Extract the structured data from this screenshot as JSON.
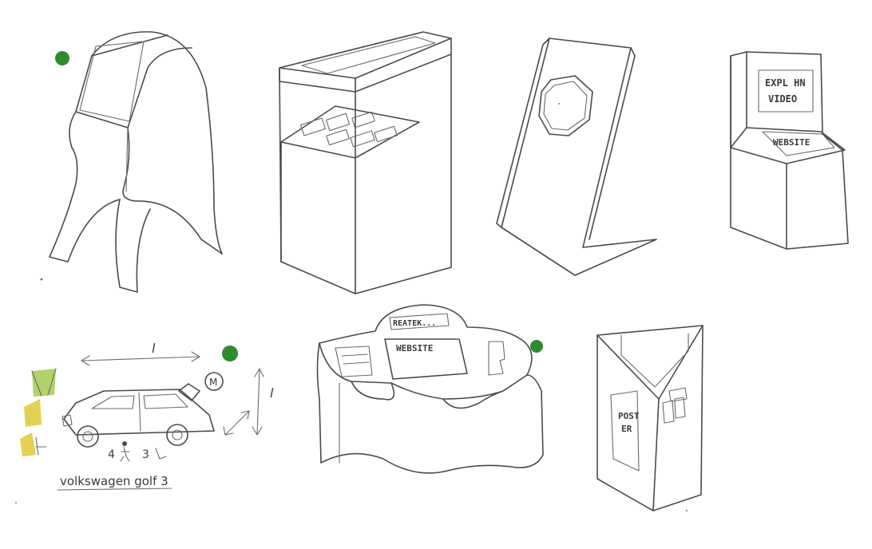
{
  "labels": {
    "explain_video_line1": "EXPL HN",
    "explain_video_line2": "VIDEO",
    "website_kiosk4": "WEBSITE",
    "website_panel": "WEBSITE",
    "sign_top": "REATEK...",
    "poster_line1": "POST",
    "poster_line2": "ER",
    "car_caption": "volkswagen golf 3",
    "dim_length": "l",
    "dim_height": "l",
    "badge_m": "M",
    "count_people": "4",
    "count_seats": "3"
  },
  "colors": {
    "ink": "#4a4a4a",
    "green_dot": "#2e8b2e",
    "yellow_marker": "#d8c21a",
    "green_marker": "#8fbf2a"
  }
}
